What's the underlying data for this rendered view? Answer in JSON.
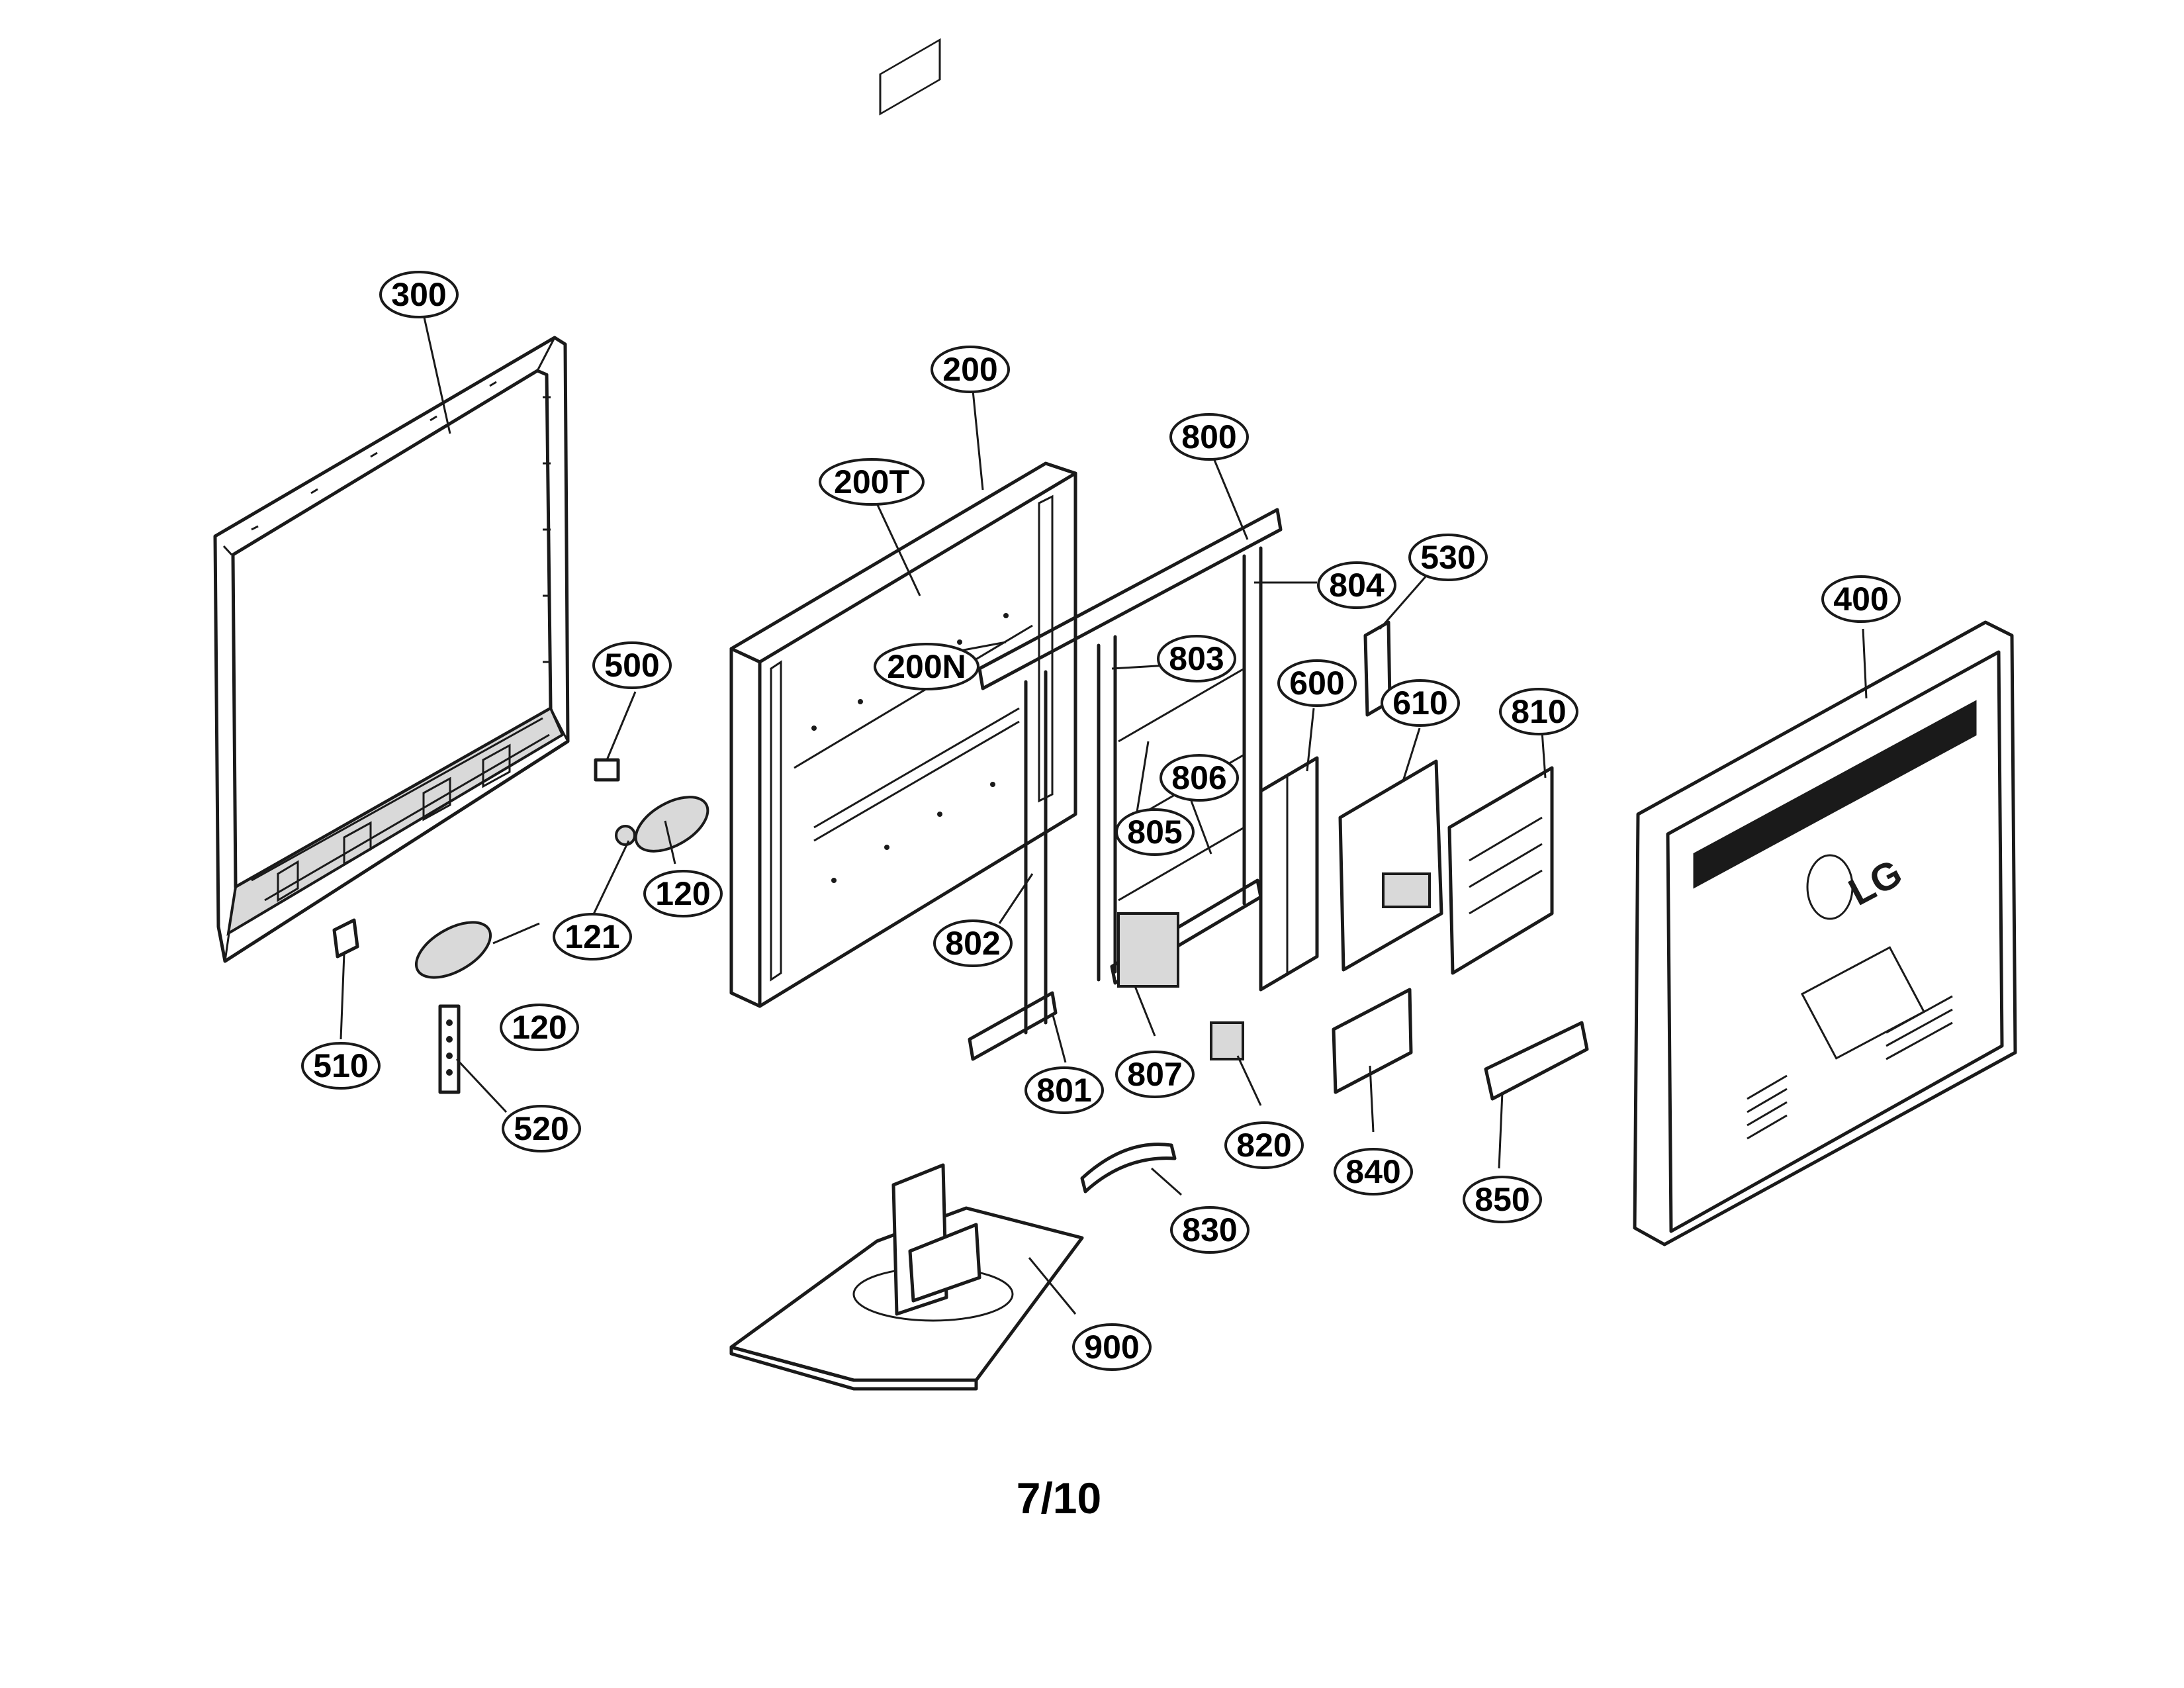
{
  "diagram": {
    "callouts": [
      {
        "id": "c300",
        "label": "300"
      },
      {
        "id": "c200",
        "label": "200"
      },
      {
        "id": "c200T",
        "label": "200T"
      },
      {
        "id": "c200N",
        "label": "200N"
      },
      {
        "id": "c800",
        "label": "800"
      },
      {
        "id": "c804",
        "label": "804"
      },
      {
        "id": "c530",
        "label": "530"
      },
      {
        "id": "c400",
        "label": "400"
      },
      {
        "id": "c500",
        "label": "500"
      },
      {
        "id": "c803",
        "label": "803"
      },
      {
        "id": "c600",
        "label": "600"
      },
      {
        "id": "c610",
        "label": "610"
      },
      {
        "id": "c810",
        "label": "810"
      },
      {
        "id": "c806",
        "label": "806"
      },
      {
        "id": "c805",
        "label": "805"
      },
      {
        "id": "c120a",
        "label": "120"
      },
      {
        "id": "c121",
        "label": "121"
      },
      {
        "id": "c802",
        "label": "802"
      },
      {
        "id": "c120b",
        "label": "120"
      },
      {
        "id": "c510",
        "label": "510"
      },
      {
        "id": "c801",
        "label": "801"
      },
      {
        "id": "c807",
        "label": "807"
      },
      {
        "id": "c520",
        "label": "520"
      },
      {
        "id": "c820",
        "label": "820"
      },
      {
        "id": "c840",
        "label": "840"
      },
      {
        "id": "c850",
        "label": "850"
      },
      {
        "id": "c830",
        "label": "830"
      },
      {
        "id": "c900",
        "label": "900"
      }
    ],
    "logo_text": "LG",
    "page_number": "7/10"
  }
}
